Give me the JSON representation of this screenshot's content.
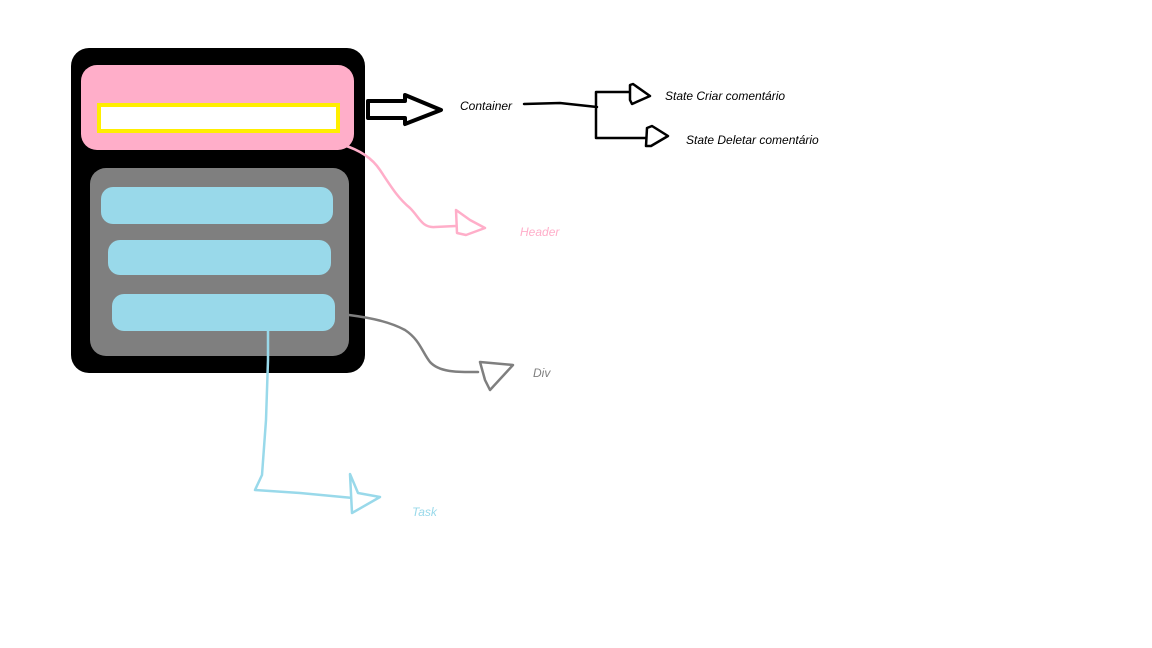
{
  "labels": {
    "container": "Container",
    "state_criar": "State Criar comentário",
    "state_deletar": "State Deletar  comentário",
    "header": "Header",
    "div": "Div",
    "task": "Task"
  },
  "colors": {
    "container": "#000000",
    "header": "#ffaec9",
    "header_input_border": "#ffee00",
    "header_input_fill": "#ffffff",
    "div": "#7f7f7f",
    "task": "#99d9ea",
    "container_label": "#000000",
    "header_label": "#ffaec9",
    "div_label": "#7f7f7f",
    "task_label": "#99d9ea"
  }
}
